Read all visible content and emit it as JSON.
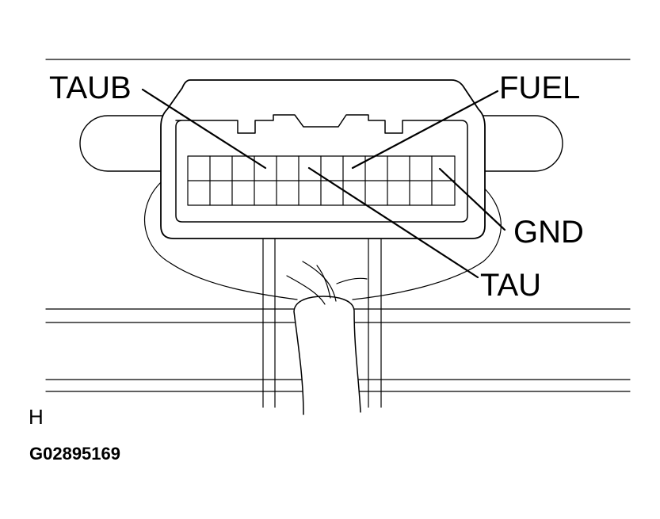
{
  "labels": {
    "taub": "TAUB",
    "fuel": "FUEL",
    "gnd": "GND",
    "tau": "TAU"
  },
  "view_marker": "H",
  "figure_code": "G02895169",
  "colors": {
    "ink": "#000000",
    "paper": "#ffffff"
  }
}
